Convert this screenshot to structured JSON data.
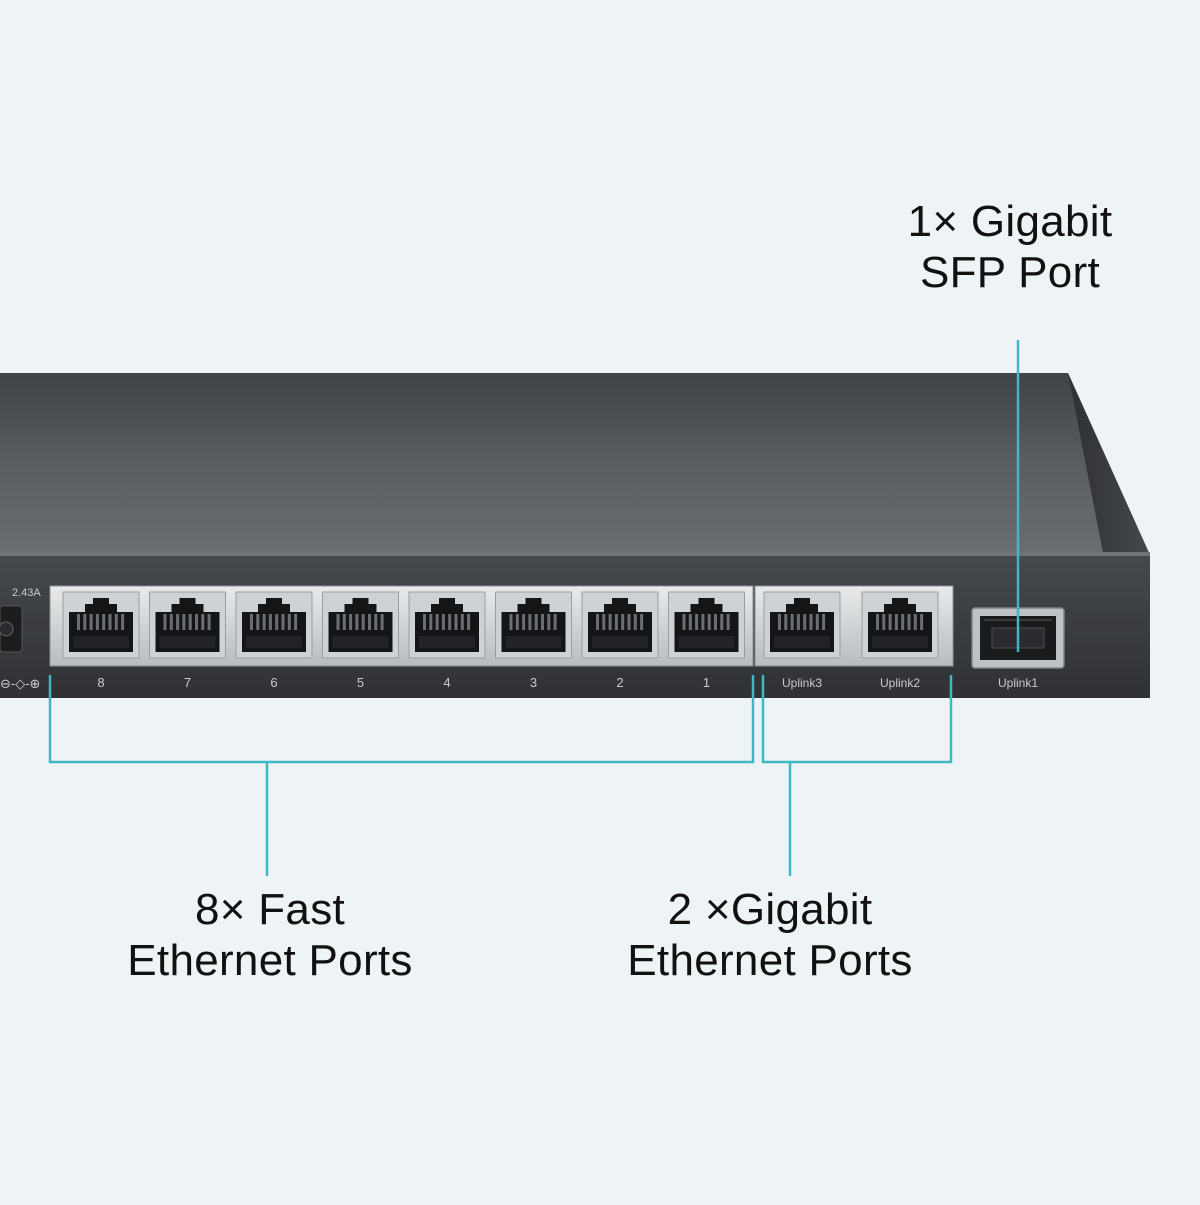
{
  "switch": {
    "power_rating": "2.43A",
    "fast_port_labels": [
      "8",
      "7",
      "6",
      "5",
      "4",
      "3",
      "2",
      "1"
    ],
    "gigabit_port_labels": [
      "Uplink3",
      "Uplink2"
    ],
    "sfp_port_label": "Uplink1"
  },
  "callouts": {
    "sfp": {
      "line1": "1× Gigabit",
      "line2": "SFP Port"
    },
    "fast": {
      "line1": "8× Fast",
      "line2": "Ethernet Ports"
    },
    "gigabit": {
      "line1": "2 ×Gigabit",
      "line2": "Ethernet Ports"
    }
  },
  "colors": {
    "background": "#eef4f6",
    "accent_line": "#3fb8c4",
    "chassis_top": "#54575c",
    "chassis_front": "#3a3c40",
    "port_bezel": "#d9dcde",
    "label_text": "#111111",
    "silkscreen": "#c8cacc"
  }
}
